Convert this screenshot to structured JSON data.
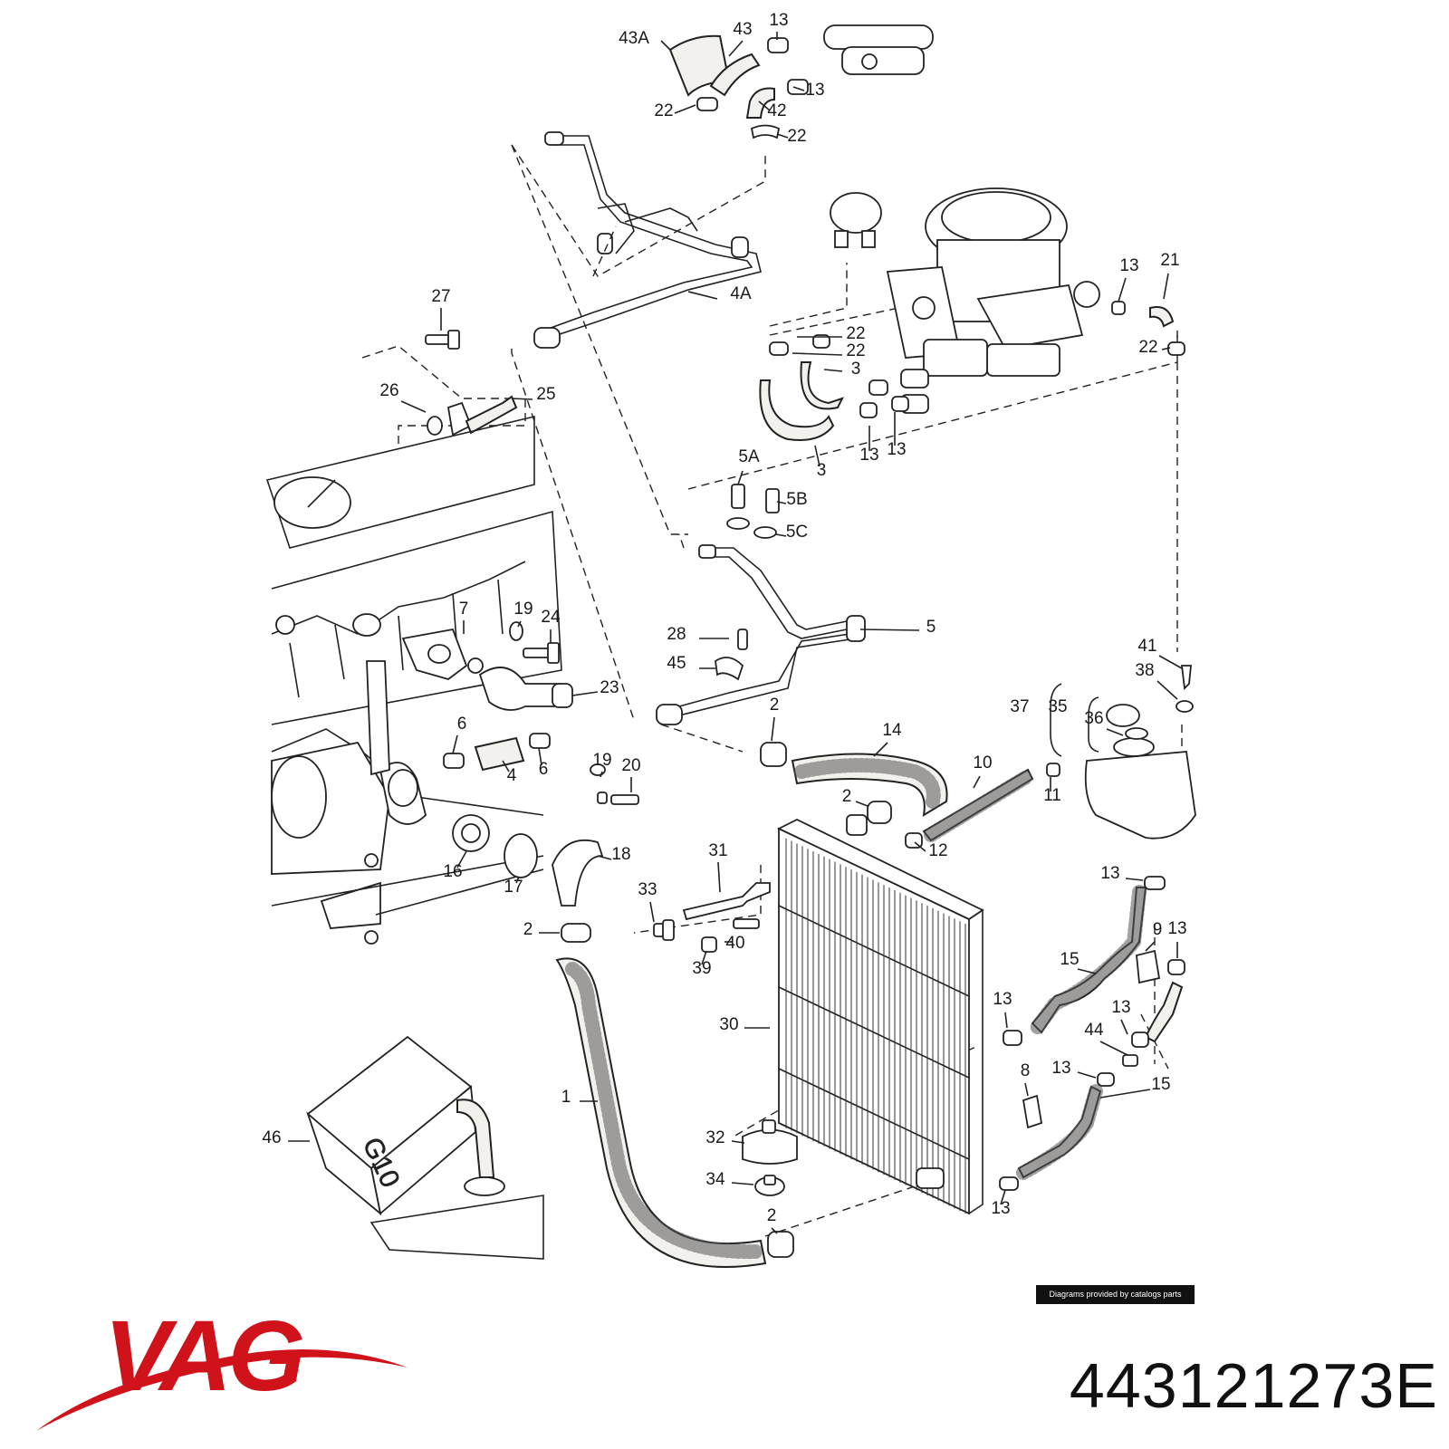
{
  "callouts": [
    {
      "id": "c43A",
      "text": "43A"
    },
    {
      "id": "c43",
      "text": "43"
    },
    {
      "id": "c13a",
      "text": "13"
    },
    {
      "id": "c13b",
      "text": "13"
    },
    {
      "id": "c42",
      "text": "42"
    },
    {
      "id": "c22a",
      "text": "22"
    },
    {
      "id": "c22b",
      "text": "22"
    },
    {
      "id": "c4A",
      "text": "4A"
    },
    {
      "id": "c27",
      "text": "27"
    },
    {
      "id": "c26",
      "text": "26"
    },
    {
      "id": "c25",
      "text": "25"
    },
    {
      "id": "c21",
      "text": "21"
    },
    {
      "id": "c13c",
      "text": "13"
    },
    {
      "id": "c22c",
      "text": "22"
    },
    {
      "id": "c22d",
      "text": "22"
    },
    {
      "id": "c22e",
      "text": "22"
    },
    {
      "id": "c3a",
      "text": "3"
    },
    {
      "id": "c3b",
      "text": "3"
    },
    {
      "id": "c13d",
      "text": "13"
    },
    {
      "id": "c13e",
      "text": "13"
    },
    {
      "id": "c5A",
      "text": "5A"
    },
    {
      "id": "c5B",
      "text": "5B"
    },
    {
      "id": "c5C",
      "text": "5C"
    },
    {
      "id": "c5",
      "text": "5"
    },
    {
      "id": "c7",
      "text": "7"
    },
    {
      "id": "c19a",
      "text": "19"
    },
    {
      "id": "c24",
      "text": "24"
    },
    {
      "id": "c28",
      "text": "28"
    },
    {
      "id": "c45",
      "text": "45"
    },
    {
      "id": "c23",
      "text": "23"
    },
    {
      "id": "c41",
      "text": "41"
    },
    {
      "id": "c38",
      "text": "38"
    },
    {
      "id": "c37",
      "text": "37"
    },
    {
      "id": "c35",
      "text": "35"
    },
    {
      "id": "c36",
      "text": "36"
    },
    {
      "id": "c6a",
      "text": "6"
    },
    {
      "id": "c6b",
      "text": "6"
    },
    {
      "id": "c4",
      "text": "4"
    },
    {
      "id": "c2a",
      "text": "2"
    },
    {
      "id": "c14",
      "text": "14"
    },
    {
      "id": "c10",
      "text": "10"
    },
    {
      "id": "c11",
      "text": "11"
    },
    {
      "id": "c19b",
      "text": "19"
    },
    {
      "id": "c20",
      "text": "20"
    },
    {
      "id": "c2b",
      "text": "2"
    },
    {
      "id": "c12",
      "text": "12"
    },
    {
      "id": "c16",
      "text": "16"
    },
    {
      "id": "c17",
      "text": "17"
    },
    {
      "id": "c18",
      "text": "18"
    },
    {
      "id": "c31",
      "text": "31"
    },
    {
      "id": "c33",
      "text": "33"
    },
    {
      "id": "c13f",
      "text": "13"
    },
    {
      "id": "c9",
      "text": "9"
    },
    {
      "id": "c13g",
      "text": "13"
    },
    {
      "id": "c2c",
      "text": "2"
    },
    {
      "id": "c40",
      "text": "40"
    },
    {
      "id": "c39",
      "text": "39"
    },
    {
      "id": "c15a",
      "text": "15"
    },
    {
      "id": "c13h",
      "text": "13"
    },
    {
      "id": "c13i",
      "text": "13"
    },
    {
      "id": "c30",
      "text": "30"
    },
    {
      "id": "c44",
      "text": "44"
    },
    {
      "id": "c13j",
      "text": "13"
    },
    {
      "id": "c8",
      "text": "8"
    },
    {
      "id": "c15b",
      "text": "15"
    },
    {
      "id": "c1",
      "text": "1"
    },
    {
      "id": "c46",
      "text": "46"
    },
    {
      "id": "c32",
      "text": "32"
    },
    {
      "id": "c34",
      "text": "34"
    },
    {
      "id": "c13k",
      "text": "13"
    },
    {
      "id": "c2d",
      "text": "2"
    }
  ],
  "canister_label": "G10",
  "credit": "Diagrams provided by catalogs parts",
  "brand": "VAG",
  "brand_color": "#d0121b",
  "part_number": "443121273E"
}
